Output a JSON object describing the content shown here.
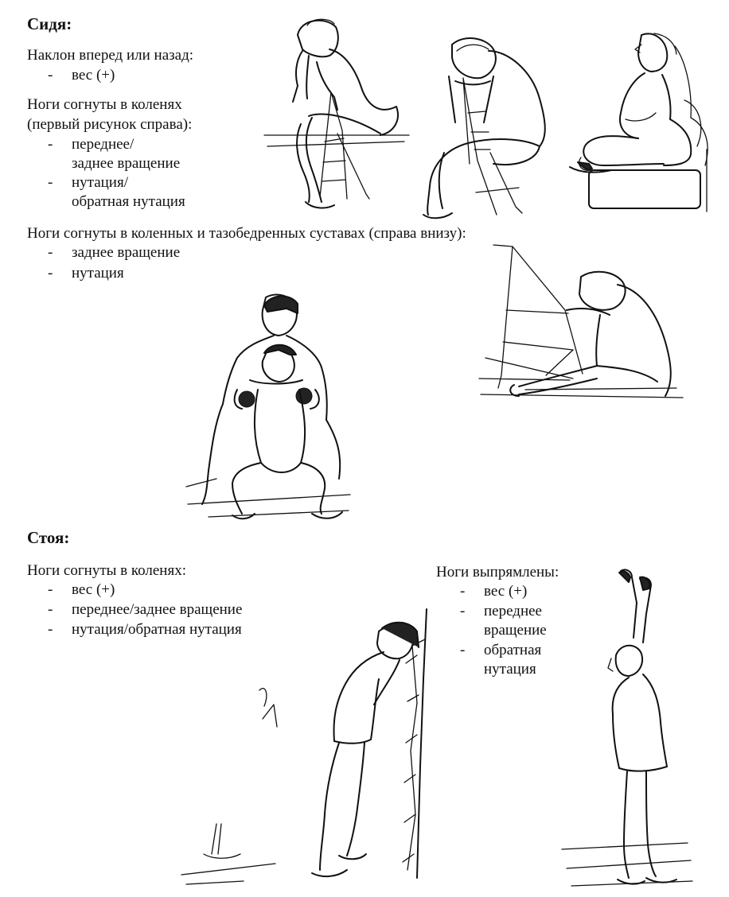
{
  "sitting": {
    "heading": "Сидя:",
    "lean": {
      "title": "Наклон вперед или назад:",
      "items": [
        "вес (+)"
      ]
    },
    "knees": {
      "title_line1": "Ноги согнуты в коленях",
      "title_line2": "(первый рисунок справа):",
      "items": [
        {
          "line1": "переднее/",
          "line2": "заднее вращение"
        },
        {
          "line1": "нутация/",
          "line2": "обратная нутация"
        }
      ]
    },
    "knees_hips": {
      "title": "Ноги согнуты в коленных и тазобедренных суставах (справа внизу):",
      "items": [
        "заднее вращение",
        "нутация"
      ]
    }
  },
  "standing": {
    "heading": "Стоя:",
    "bent": {
      "title": "Ноги согнуты в коленях:",
      "items": [
        "вес (+)",
        "переднее/заднее вращение",
        "нутация/обратная нутация"
      ]
    },
    "straight": {
      "title": "Ноги выпрямлены:",
      "items": [
        {
          "line1": "вес (+)",
          "line2": ""
        },
        {
          "line1": "переднее",
          "line2": "вращение"
        },
        {
          "line1": "обратная",
          "line2": "нутация"
        }
      ]
    }
  },
  "list_marker": "-",
  "illustrations": [
    "woman-sitting-astride-chair-leaning-forward",
    "woman-sitting-on-chair-head-on-backrest",
    "woman-sitting-cross-legged-leaning-back-on-pillows",
    "woman-sitting-on-floor-head-on-chair-seat",
    "woman-squatting-supported-by-man",
    "woman-standing-leaning-on-wall",
    "woman-standing-arms-raised"
  ]
}
